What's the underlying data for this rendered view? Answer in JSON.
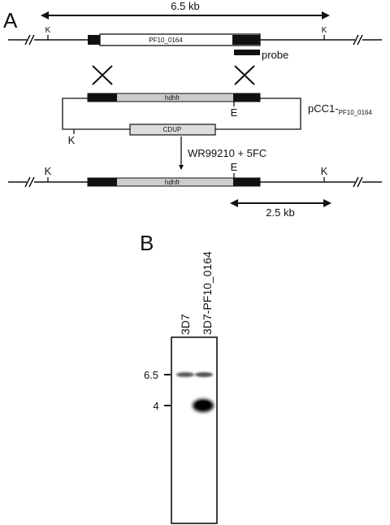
{
  "panel_a": {
    "letter": "A",
    "wildtype_locus": {
      "span_label": "6.5 kb",
      "gene_label": "PF10_0164",
      "probe_label": "probe",
      "site_k_left": "K",
      "site_k_right": "K"
    },
    "plasmid": {
      "name_main": "pCC1-",
      "name_sub": "PF10_0164",
      "cassette_label": "hdhfr",
      "site_e": "E",
      "site_k": "K",
      "negative_selection_label": "CDUP"
    },
    "selection_step": "WR99210 + 5FC",
    "recombinant_locus": {
      "cassette_label": "hdhfr",
      "site_k_left": "K",
      "site_e": "E",
      "site_k_right": "K",
      "span_label": "2.5 kb"
    }
  },
  "panel_b": {
    "letter": "B",
    "lanes": [
      {
        "label": "3D7"
      },
      {
        "label": "3D7-PF10_0164"
      }
    ],
    "markers": [
      {
        "label": "6.5"
      },
      {
        "label": "4"
      }
    ]
  },
  "colors": {
    "ink": "#111111",
    "exon_black": "#111111",
    "cassette_grey": "#cccccc",
    "gel_background": "#ffffff"
  }
}
